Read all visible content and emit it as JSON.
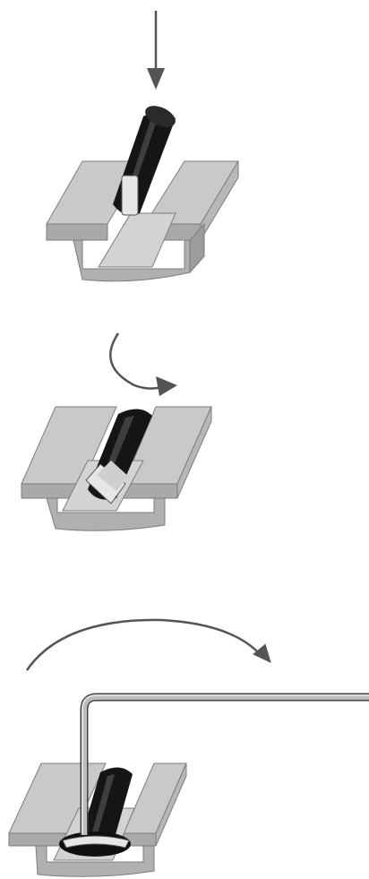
{
  "diagram": {
    "kind": "assembly-instructions",
    "steps": [
      {
        "step": 1,
        "action": "insert-down",
        "arrow": "down-arrow"
      },
      {
        "step": 2,
        "action": "rotate-clockwise",
        "arrow": "rotate-arrow"
      },
      {
        "step": 3,
        "action": "tighten-with-hex-key",
        "arrow": "rotate-arrow"
      }
    ],
    "colors": {
      "rail_top": "#c9c9c9",
      "rail_side": "#a9a9a9",
      "rail_edge": "#7d7d7d",
      "bolt_body": "#151515",
      "bolt_highlight": "#4a4a4a",
      "nut_face": "#e6e6e6",
      "arrow": "#545454",
      "hex_key": "#bdbdbd"
    }
  }
}
